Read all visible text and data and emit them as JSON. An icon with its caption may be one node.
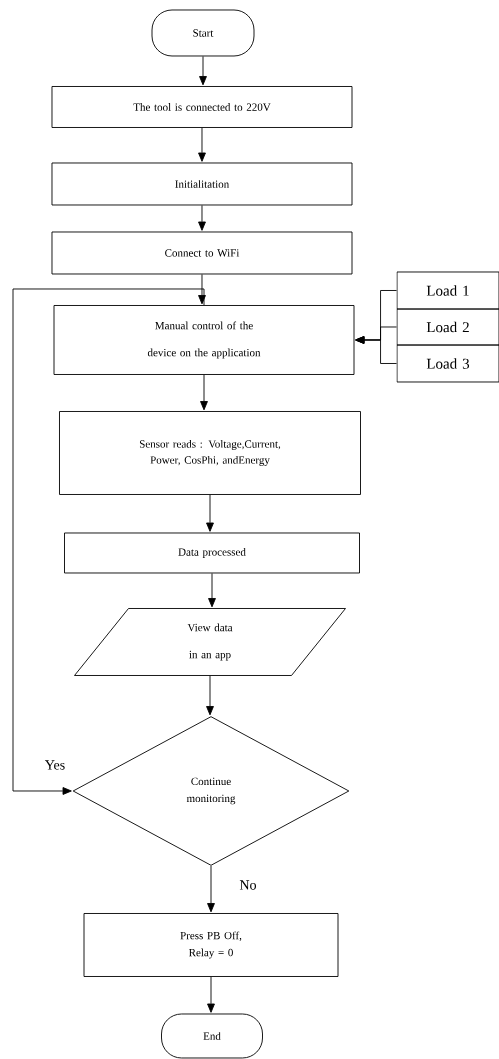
{
  "diagram": {
    "nodes": [
      {
        "text": [
          "Start"
        ]
      },
      {
        "text": [
          "The tool is connected to 220V"
        ]
      },
      {
        "text": [
          "Initialitation"
        ]
      },
      {
        "text": [
          "Connect to WiFi"
        ]
      },
      {
        "text": [
          "Manual control of the device on the application"
        ]
      },
      {
        "text": [
          "Load 1"
        ]
      },
      {
        "text": [
          "Load 2"
        ]
      },
      {
        "text": [
          "Load 3"
        ]
      },
      {
        "text": [
          "Sensor reads : Voltage,Current, Power, CosPhi, andEnergy"
        ]
      },
      {
        "text": [
          "Data processed"
        ]
      },
      {
        "text": [
          "View data in an app"
        ]
      },
      {
        "text": [
          "Continue monitoring"
        ]
      },
      {
        "text": [
          "Press PB Off, Relay = 0"
        ]
      },
      {
        "text": [
          "End"
        ]
      }
    ],
    "edges": [
      {
        "from": 0,
        "to": 1,
        "arrow": "to"
      },
      {
        "from": 1,
        "to": 2,
        "arrow": "to"
      },
      {
        "from": 2,
        "to": 3,
        "arrow": "to"
      },
      {
        "from": 3,
        "to": 4,
        "arrow": "to"
      },
      {
        "from": 5,
        "to": 4,
        "arrow": "to"
      },
      {
        "from": 6,
        "to": 4,
        "arrow": "to"
      },
      {
        "from": 7,
        "to": 4,
        "arrow": "to"
      },
      {
        "from": 4,
        "to": 8,
        "arrow": "to"
      },
      {
        "from": 8,
        "to": 9,
        "arrow": "to"
      },
      {
        "from": 9,
        "to": 10,
        "arrow": "to"
      },
      {
        "from": 10,
        "to": 11,
        "arrow": "to"
      },
      {
        "from": 4,
        "to": 11,
        "arrow": "to",
        "label": "Yes"
      },
      {
        "from": 11,
        "to": 12,
        "arrow": "to",
        "label": "No"
      },
      {
        "from": 12,
        "to": 13,
        "arrow": "to"
      }
    ]
  }
}
